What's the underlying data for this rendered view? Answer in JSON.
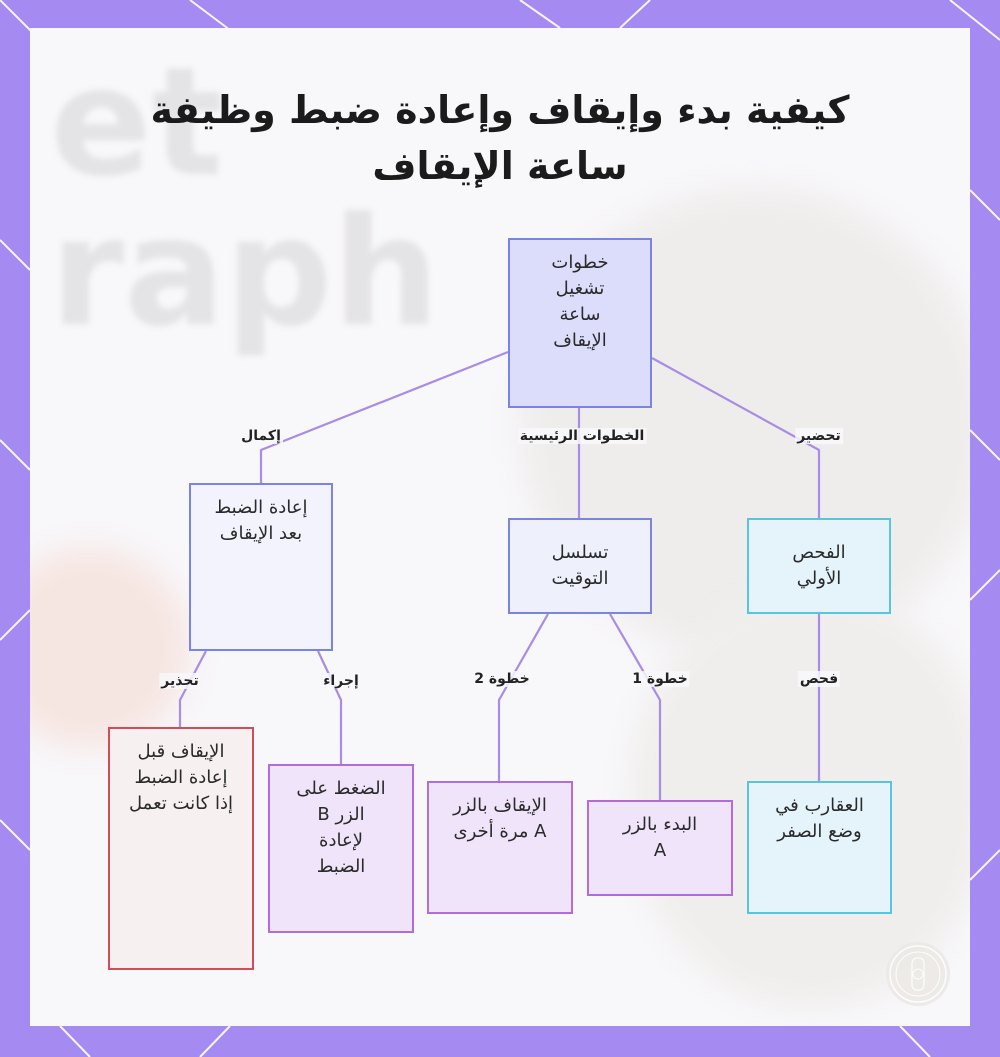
{
  "title": "كيفية بدء وإيقاف وإعادة ضبط وظيفة ساعة الإيقاف",
  "background_text": [
    "et",
    "raph"
  ],
  "colors": {
    "frame": "#a58af2",
    "card": "#f8f7fa",
    "edge": "#a98be8",
    "blue_border": "#7a83e6",
    "blue_fill": "#dcdcfb",
    "blue_light_fill": "#eef0fc",
    "cyan_border": "#56c6e0",
    "cyan_fill": "#e5f4fa",
    "purple_border": "#b16ce0",
    "purple_fill": "#efe4fa",
    "red_border": "#d64b5a",
    "red_fill": "#f7f0f1"
  },
  "nodes": {
    "root": "خطوات تشغيل ساعة الإيقاف",
    "reset_after_stop": "إعادة الضبط بعد الإيقاف",
    "timing_sequence": "تسلسل التوقيت",
    "initial_check": "الفحص الأولي",
    "stop_before_reset": "الإيقاف قبل إعادة الضبط إذا كانت تعمل",
    "press_b_reset": "الضغط على الزر B لإعادة الضبط",
    "stop_a_again": "الإيقاف بالزر A مرة أخرى",
    "start_a": "البدء بالزر A",
    "hands_zero": "العقارب في وضع الصفر"
  },
  "edge_labels": {
    "completion": "إكمال",
    "main_steps": "الخطوات الرئيسية",
    "preparation": "تحضير",
    "warning": "تحذير",
    "procedure": "إجراء",
    "step2": "خطوة 2",
    "step1": "خطوة 1",
    "check": "فحص"
  },
  "icons": {
    "seal": "watch-seal-icon"
  }
}
